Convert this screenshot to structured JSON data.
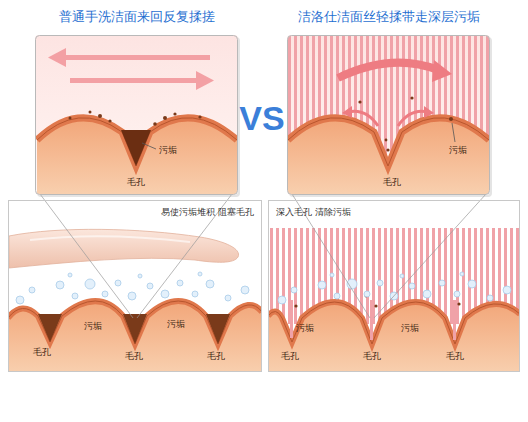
{
  "diagram": {
    "nodes": [
      {
        "text": [
          "普通手洗洁面来回反复揉搓"
        ]
      },
      {
        "text": [
          "洁洛仕洁面丝轻揉带走深层污垢"
        ]
      },
      {
        "text": [
          "易使污垢堆积 阻塞毛孔"
        ]
      },
      {
        "text": [
          "深入毛孔 清除污垢"
        ]
      }
    ],
    "labels": [
      "VS",
      "污垢",
      "毛孔",
      "污垢",
      "毛孔",
      "污垢",
      "污垢",
      "毛孔",
      "毛孔",
      "毛孔",
      "污垢",
      "污垢",
      "毛孔",
      "毛孔",
      "毛孔"
    ]
  }
}
